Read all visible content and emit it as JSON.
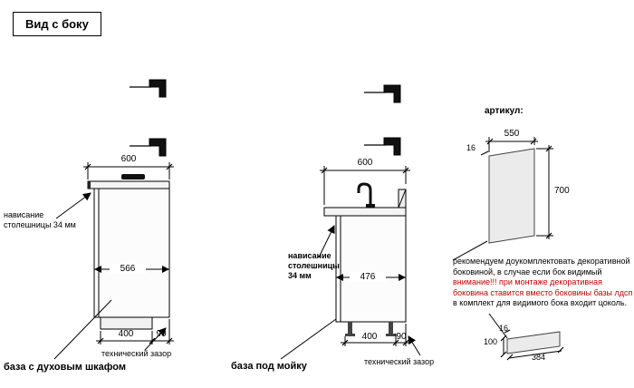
{
  "title": "Вид с боку",
  "colors": {
    "accent_red": "#c00000",
    "line": "#000000",
    "panel_fill": "#ebebeb"
  },
  "oven_base": {
    "caption": "база с духовым шкафом",
    "dim_top": "600",
    "dim_depth": "566",
    "dim_plinth": "400",
    "dim_gap": "90",
    "overhang_note": "нависание\nстолешницы 34 мм",
    "gap_note": "технический зазор"
  },
  "sink_base": {
    "caption": "база под мойку",
    "dim_top": "600",
    "dim_depth": "476",
    "dim_plinth": "400",
    "dim_gap": "90",
    "overhang_note": "нависание\nстолешницы\n34 мм",
    "gap_note": "технический зазор"
  },
  "side_panel": {
    "label": "артикул:",
    "dim_width": "550",
    "dim_thickness": "16",
    "dim_height": "700",
    "note_line1": "рекомендуем доукомплектовать декоративной",
    "note_line2": "боковиной, в случае если бок видимый",
    "note_line3": "внимание!!! при монтаже декоративная",
    "note_line4": "боковина ставится вместо боковины базы лдсп",
    "note_line5": "в комплект для видимого бока входит цоколь."
  },
  "plinth_piece": {
    "dim_height": "100",
    "dim_thickness": "16",
    "dim_length": "384"
  }
}
